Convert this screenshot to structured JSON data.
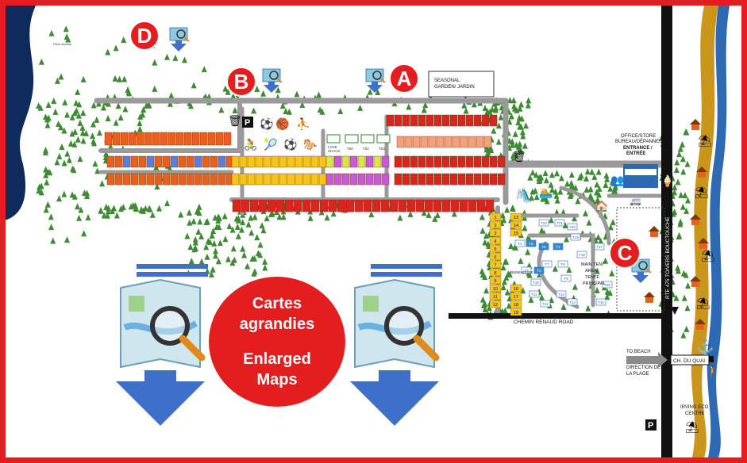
{
  "markers": {
    "a": "A",
    "b": "B",
    "c": "C",
    "d": "D"
  },
  "center_badge": {
    "line1": "Cartes",
    "line2": "agrandies",
    "line3": "Enlarged",
    "line4": "Maps"
  },
  "labels": {
    "seasonal_garden": "SEASONAL",
    "seasonal_garden2": "GARDEN/ JARDIN",
    "office_store": "OFFICE/STORE",
    "bureau": "BUREAU/DÉPANNEUR",
    "entrance": "ENTRANCE /",
    "entree": "ENTRÉE",
    "chemin_renaud": "CHEMIN RENAUD ROAD",
    "route_475": "RTE 475 TO/VERS BOUCTOUCHE",
    "to_beach": "TO BEACH",
    "direction_plage": "DIRECTION DE",
    "la_plage": "LA PLAGE",
    "ch_du_quai": "CH. DU QUAI",
    "irving_eco": "IRVING ECO",
    "centre": "CENTRE",
    "main_tent": "MAIN TENT",
    "area": "AREA/",
    "tente": "TENTE",
    "principal": "PRINCIPAL",
    "bunkhouse": "BUNKHOUSE",
    "love_shack": "LOVE",
    "shack": "SHACK",
    "parking": "P",
    "t50": "T50",
    "t52": "T52",
    "t53": "T53",
    "river_access": "River Access"
  },
  "yellow_sites": [
    "1",
    "2",
    "3",
    "4",
    "5",
    "6",
    "7",
    "8",
    "9",
    "10",
    "11",
    "12"
  ],
  "yellow_sites_b": [
    "13",
    "14",
    "15",
    "16",
    "17",
    "18",
    "19"
  ],
  "tent_sites": [
    "T22",
    "T21",
    "T20",
    "T19",
    "T18",
    "T17",
    "T16",
    "T15",
    "T14",
    "T13",
    "T12",
    "T11",
    "T10",
    "T9",
    "T8",
    "T7",
    "T6",
    "T5",
    "T4",
    "T3",
    "T2",
    "T1"
  ],
  "colors": {
    "border": "#e41e1e",
    "marker_red": "#e41e1e",
    "river_dark": "#0f2a5c",
    "river_blue": "#2e6ab3",
    "river_gold": "#c9951a",
    "road_grey": "#9a9a9a",
    "tree_green": "#3f8a34",
    "site_orange": "#e8601c",
    "site_red": "#d9261c",
    "site_yellow": "#f5c518",
    "site_salmon": "#f2a27a",
    "site_purple": "#c85ad6",
    "site_lime": "#d4e84a",
    "site_blue": "#5a7fd6",
    "arrow_blue": "#3f6fc8"
  }
}
